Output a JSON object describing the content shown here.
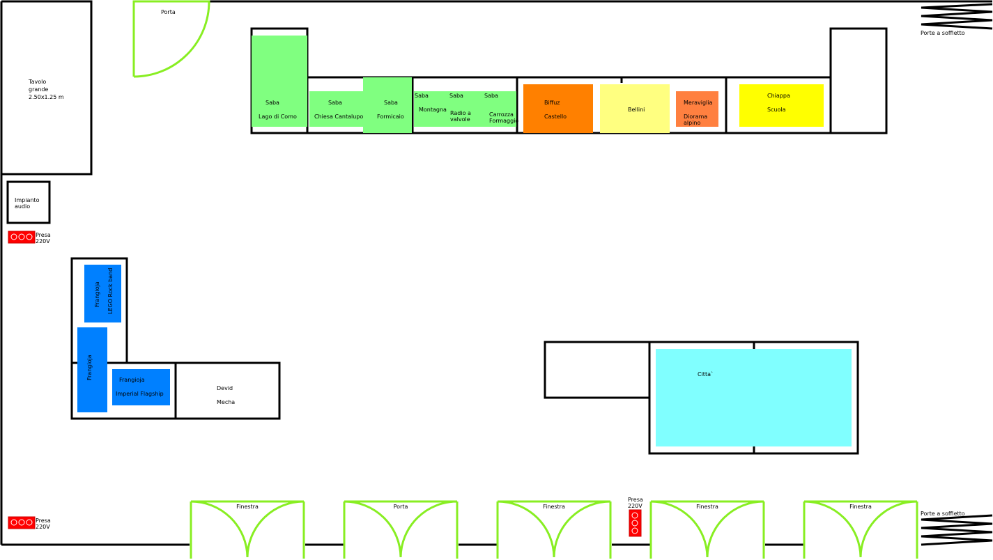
{
  "colors": {
    "wall": "#000000",
    "opening": "#88ee22",
    "saba": "#80ff80",
    "biffuz": "#ff8000",
    "bellini": "#ffff80",
    "meraviglia": "#ff8040",
    "chiappa": "#ffff00",
    "frangioja": "#0080ff",
    "citta": "#80ffff",
    "socket": "#ff0000"
  },
  "labels": {
    "porta_top": "Porta",
    "porte_soffietto_top": "Porte a soffietto",
    "porte_soffietto_bottom": "Porte a soffietto",
    "tavolo_1": "Tavolo",
    "tavolo_2": "grande",
    "tavolo_3": "2.50x1.25 m",
    "impianto_1": "Impianto",
    "impianto_2": "audio",
    "presa_1a": "Presa",
    "presa_1b": "220V",
    "presa_2a": "Presa",
    "presa_2b": "220V",
    "presa_3a": "Presa",
    "presa_3b": "220V"
  },
  "exhibits": {
    "saba_lago_1": "Saba",
    "saba_lago_2": "Lago di Como",
    "saba_chiesa_1": "Saba",
    "saba_chiesa_2": "Chiesa Cantalupo",
    "saba_formicaio_1": "Saba",
    "saba_formicaio_2": "Formicaio",
    "saba_montagna_1": "Saba",
    "saba_montagna_2": "Montagna",
    "saba_radio_1": "Saba",
    "saba_radio_2": "Radio a",
    "saba_radio_3": "valvole",
    "saba_carrozza_1": "Saba",
    "saba_carrozza_2": "Carrozza",
    "saba_carrozza_3": "Formaggio",
    "biffuz_1": "Biffuz",
    "biffuz_2": "Castello",
    "bellini": "Bellini",
    "meraviglia_1": "Meraviglia",
    "meraviglia_2": "Diorama",
    "meraviglia_3": "alpino",
    "chiappa_1": "Chiappa",
    "chiappa_2": "Scuola",
    "frangioja_rock_1": "Frangioja",
    "frangioja_rock_2": "LEGO Rock band",
    "frangioja_vertical": "Frangioja",
    "frangioja_imperial_1": "Frangioja",
    "frangioja_imperial_2": "Imperial Flagship",
    "devid_1": "Devid",
    "devid_2": "Mecha",
    "citta": "Citta`"
  },
  "openings_bottom": [
    "Finestra",
    "Porta",
    "Finestra",
    "Finestra",
    "Finestra"
  ]
}
